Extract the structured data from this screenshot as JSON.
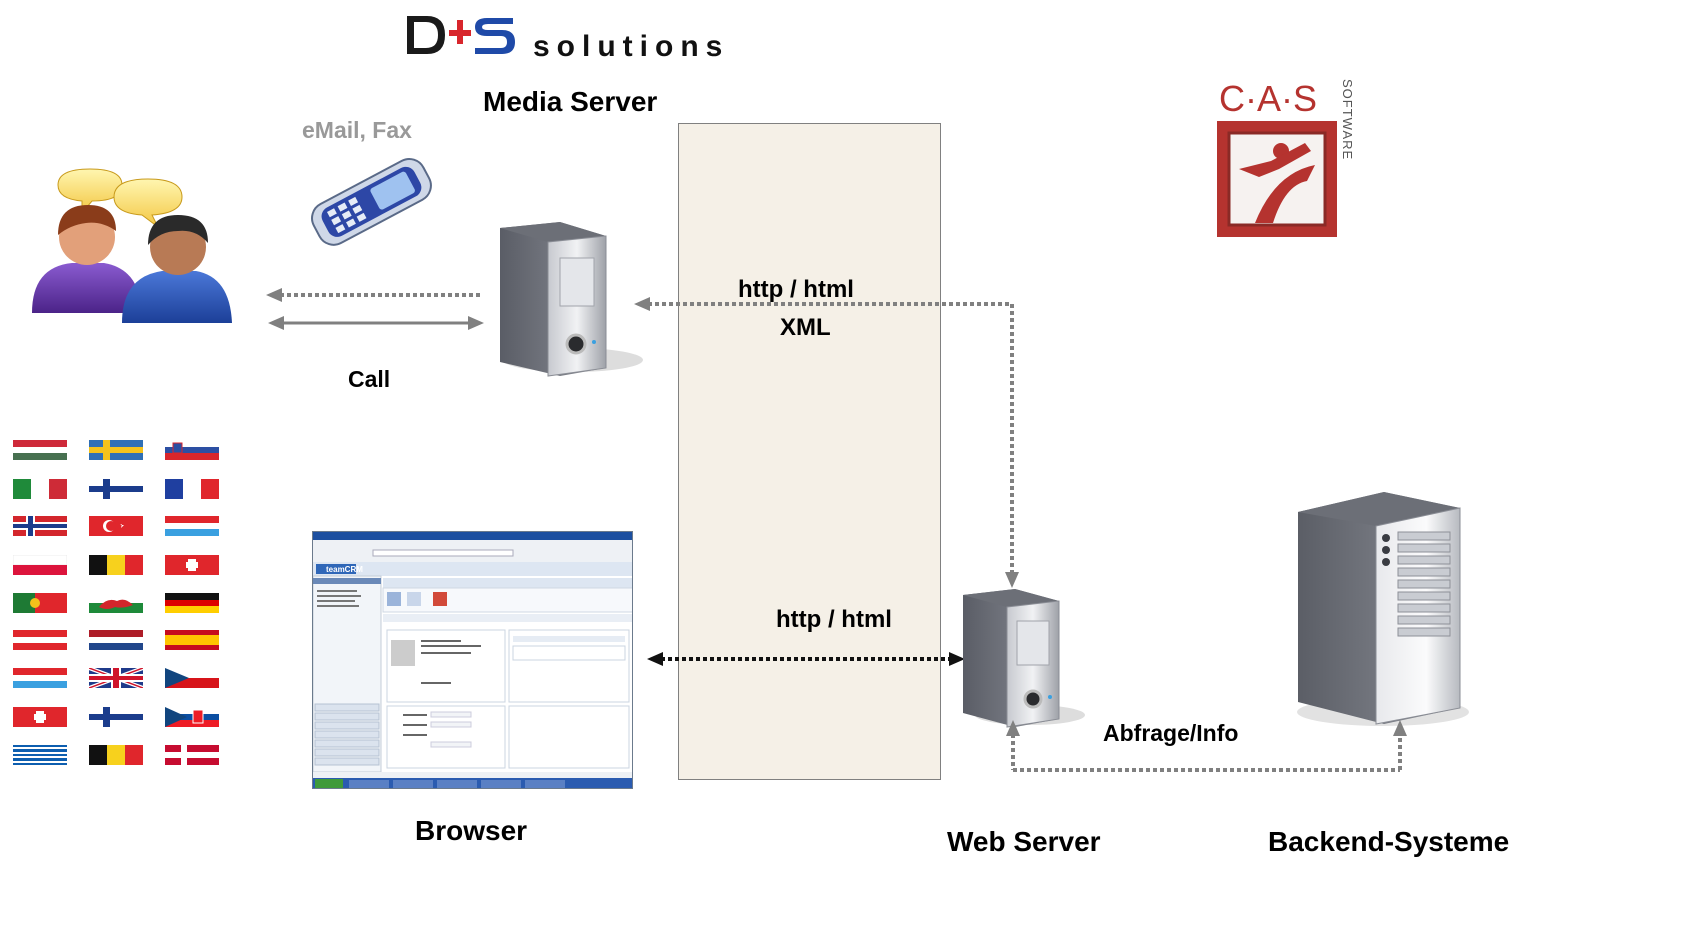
{
  "logos": {
    "dhs": {
      "brand_text": "solutions",
      "mark": "D+S"
    },
    "cas": {
      "brand_text": "C·A·S",
      "side_text": "SOFTWARE"
    }
  },
  "labels": {
    "media_server": "Media Server",
    "email_fax": "eMail, Fax",
    "call": "Call",
    "http_html_xml_line1": "http / html",
    "http_html_xml_line2": "XML",
    "http_html": "http / html",
    "abfrage_info": "Abfrage/Info",
    "browser": "Browser",
    "web_server": "Web Server",
    "backend": "Backend-Systeme"
  },
  "browser_screenshot": {
    "app_name": "teamCRM"
  },
  "colors": {
    "firewall_fill": "#f5f0e7",
    "arrow_gray": "#808080",
    "email_fax_text": "#999999",
    "cas_red": "#b5332f",
    "dhs_blue": "#1f4aa8",
    "dhs_red": "#d8262c"
  },
  "icons": {
    "users": "two-users-chatting-icon",
    "phone": "mobile-phone-icon",
    "media_server": "server-tower-icon",
    "web_server": "server-tower-icon",
    "backend": "server-rack-icon",
    "flags": [
      "hungary-flag",
      "sweden-flag",
      "slovenia-flag",
      "italy-flag",
      "finland-flag",
      "france-flag",
      "norway-flag",
      "turkey-flag",
      "luxembourg-flag",
      "poland-flag",
      "belgium-flag",
      "switzerland-flag",
      "portugal-flag",
      "wales-flag",
      "germany-flag",
      "austria-flag",
      "netherlands-flag",
      "spain-flag",
      "luxembourg-flag",
      "uk-flag",
      "czech-flag",
      "switzerland-flag",
      "finland-flag",
      "slovakia-flag",
      "greece-flag",
      "belgium-flag",
      "denmark-flag"
    ]
  }
}
